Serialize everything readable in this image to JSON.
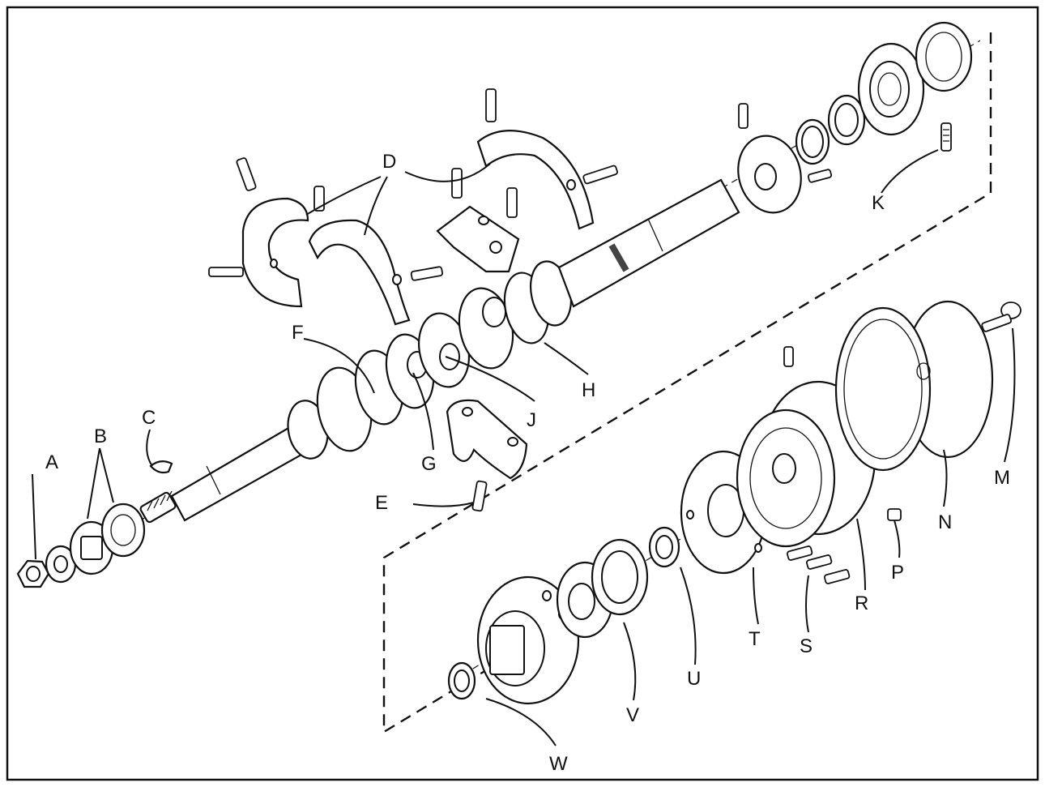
{
  "diagram": {
    "labels": [
      {
        "id": "A",
        "text": "A"
      },
      {
        "id": "B",
        "text": "B"
      },
      {
        "id": "C",
        "text": "C"
      },
      {
        "id": "D",
        "text": "D"
      },
      {
        "id": "E",
        "text": "E"
      },
      {
        "id": "F",
        "text": "F"
      },
      {
        "id": "G",
        "text": "G"
      },
      {
        "id": "H",
        "text": "H"
      },
      {
        "id": "J",
        "text": "J"
      },
      {
        "id": "K",
        "text": "K"
      },
      {
        "id": "M",
        "text": "M"
      },
      {
        "id": "N",
        "text": "N"
      },
      {
        "id": "P",
        "text": "P"
      },
      {
        "id": "R",
        "text": "R"
      },
      {
        "id": "S",
        "text": "S"
      },
      {
        "id": "T",
        "text": "T"
      },
      {
        "id": "U",
        "text": "U"
      },
      {
        "id": "V",
        "text": "V"
      },
      {
        "id": "W",
        "text": "W"
      }
    ]
  }
}
